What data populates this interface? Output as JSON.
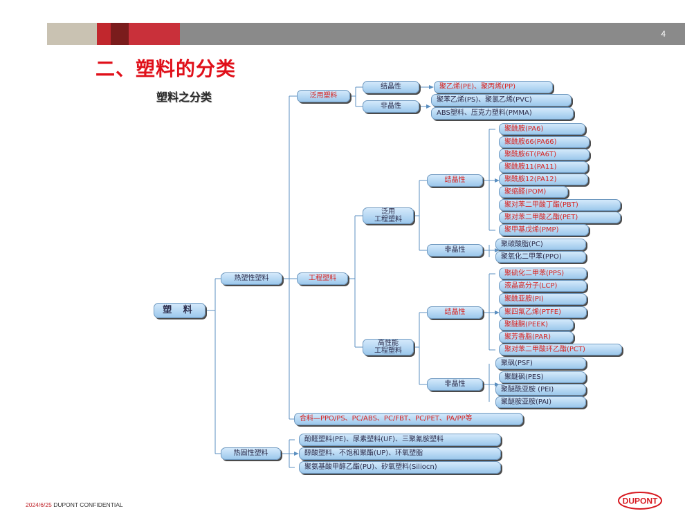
{
  "header": {
    "page_number": "4",
    "bar_colors": [
      "#c9c2b2",
      "#c1272d",
      "#7a1c1c",
      "#c9303a",
      "#8a8a8a"
    ]
  },
  "title": "二、塑料的分类",
  "subtitle": "塑料之分类",
  "footer": {
    "date": "2024/6/25",
    "text": "DUPONT CONFIDENTIAL"
  },
  "logo": {
    "text": "DUPONT",
    "color": "#d71920"
  },
  "colors": {
    "node_text_red": "#d6211f",
    "node_text_dark": "#2b2b4a",
    "connector": "#5b8fc0"
  },
  "tree": {
    "root": "塑  料",
    "thermoplastic": {
      "label": "热塑性塑料",
      "general": {
        "label": "泛用塑料",
        "crystalline": {
          "label": "结晶性",
          "items": [
            "聚乙烯(PE)、聚丙烯(PP)"
          ]
        },
        "amorphous": {
          "label": "非晶性",
          "items": [
            "聚苯乙烯(PS)、聚氯乙烯(PVC)",
            "ABS塑料、压克力塑料(PMMA)"
          ]
        }
      },
      "engineering": {
        "label": "工程塑料",
        "general_eng": {
          "label": "泛用\n工程塑料",
          "crystalline": {
            "label": "结晶性",
            "items": [
              "聚酰胺(PA6)",
              "聚酰胺66(PA66)",
              "聚酰胺6T(PA6T)",
              "聚酰胺11(PA11)",
              "聚酰胺12(PA12)",
              "聚缩醛(POM)",
              "聚对苯二甲酸丁酯(PBT)",
              "聚对苯二甲酸乙酯(PET)",
              "聚甲基戊烯(PMP)"
            ]
          },
          "amorphous": {
            "label": "非晶性",
            "items": [
              "聚碳酸脂(PC)",
              "聚氧化二甲苯(PPO)"
            ]
          }
        },
        "high_perf": {
          "label": "高性能\n工程塑料",
          "crystalline": {
            "label": "结晶性",
            "items": [
              "聚硫化二甲苯(PPS)",
              "液晶高分子(LCP)",
              "聚酰亚胺(PI)",
              "聚四氟乙烯(PTFE)",
              "聚醚酮(PEEK)",
              "聚芳香脂(PAR)",
              "聚对苯二甲酸环乙酯(PCT)"
            ]
          },
          "amorphous": {
            "label": "非晶性",
            "items": [
              "聚砜(PSF)",
              "聚醚砜(PES)",
              "聚醚酰亚胺 (PEI)",
              "聚醚胺亚胺(PAI)"
            ]
          }
        }
      },
      "alloy": "合料—PPO/PS、PC/ABS、PC/FBT、PC/PET、PA/PP等"
    },
    "thermoset": {
      "label": "热固性塑料",
      "items": [
        "酚醛塑料(PE)、尿素塑料(UF)、三聚氰胺塑料",
        "醇酸塑料、不饱和聚酯(UP)、环氧塑脂",
        "聚氨基酸甲醇乙酯(PU)、矽氧塑料(Siliocn)"
      ]
    }
  }
}
